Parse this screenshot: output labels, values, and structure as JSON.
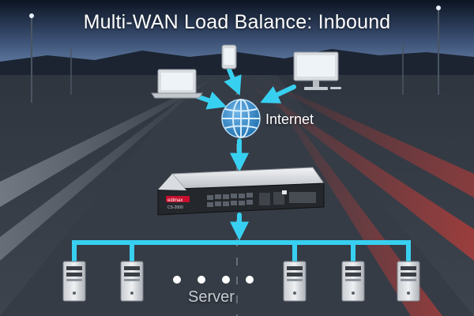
{
  "diagram": {
    "title": "Multi-WAN Load Balance: Inbound",
    "internet_label": "Internet",
    "server_label": "Server",
    "device_brand": "edimax",
    "device_model": "CS-2000",
    "colors": {
      "connector": "#38d0f0",
      "globe": "#2f87c8",
      "sky_top": "#0c1422",
      "road": "#2f3640"
    },
    "icons": {
      "devices": [
        "laptop-icon",
        "smartphone-icon",
        "desktop-monitor-icon"
      ],
      "globe": "globe-icon",
      "router": "router-appliance-icon",
      "servers": [
        "server-tower-icon",
        "server-tower-icon",
        "server-tower-icon",
        "server-tower-icon",
        "server-tower-icon"
      ],
      "ellipsis": "ellipsis-dots"
    }
  }
}
